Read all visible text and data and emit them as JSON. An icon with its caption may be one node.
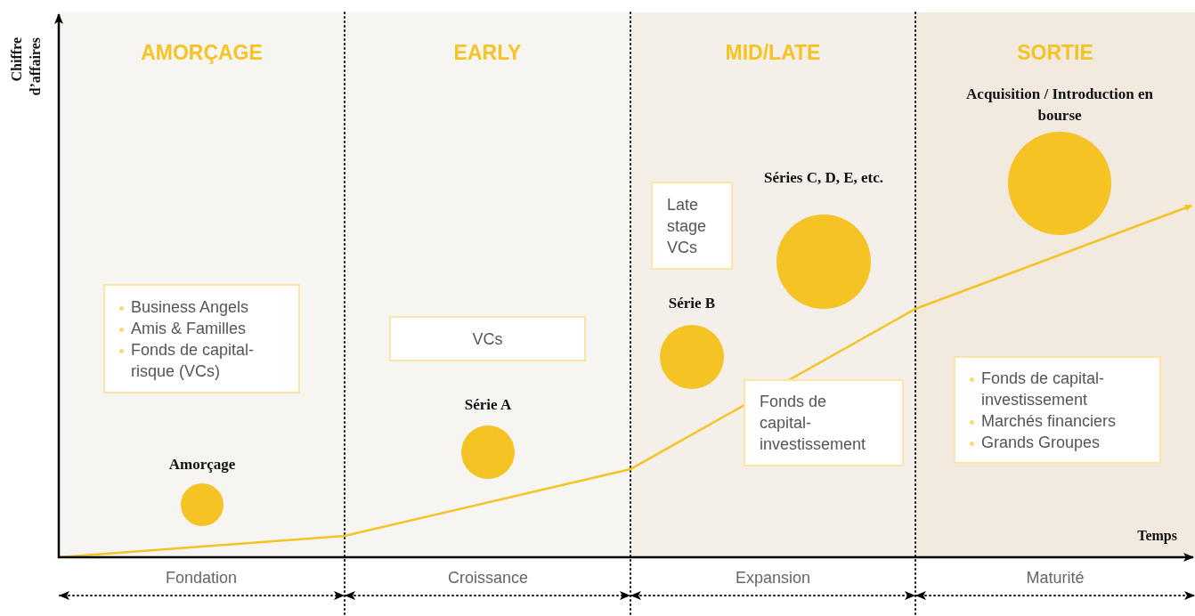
{
  "diagram": {
    "nodes": [
      {
        "text": [
          "Business Angels",
          "Amis & Familles",
          "Fonds de capital-risque (VCs)"
        ]
      },
      {
        "text": [
          "Amorçage"
        ]
      },
      {
        "text": [
          "VCs"
        ]
      },
      {
        "text": [
          "Série A"
        ]
      },
      {
        "text": [
          "Late stage VCs"
        ]
      },
      {
        "text": [
          "Série B"
        ]
      },
      {
        "text": [
          "Séries C, D, E, etc."
        ]
      },
      {
        "text": [
          "Fonds de capital-investissement"
        ]
      },
      {
        "text": [
          "Acquisition / Introduction en bourse"
        ]
      },
      {
        "text": [
          "Fonds de capital-investissement",
          "Marchés financiers",
          "Grands Groupes"
        ]
      }
    ],
    "labels": [
      "AMORÇAGE",
      "EARLY",
      "MID/LATE",
      "SORTIE",
      "Chiffre d’affaires",
      "Temps",
      "Fondation",
      "Croissance",
      "Expansion",
      "Maturité"
    ]
  }
}
